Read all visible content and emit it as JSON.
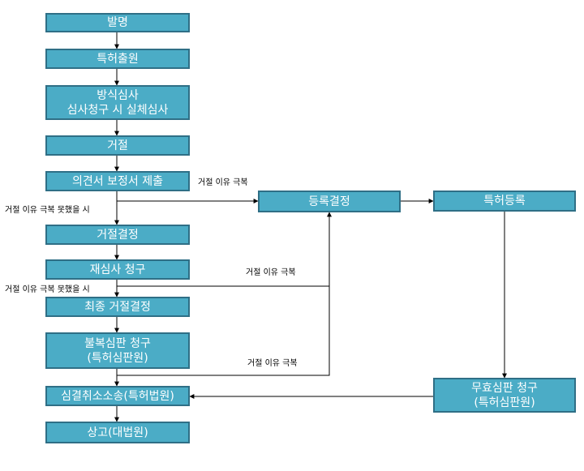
{
  "colors": {
    "box_fill": "#4bacc6",
    "box_border": "#2f6f86",
    "box_text": "#ffffff",
    "arrow": "#000000"
  },
  "nodes": {
    "invention": {
      "lines": [
        "발명"
      ]
    },
    "patent_application": {
      "lines": [
        "특허출원"
      ]
    },
    "formality_exam": {
      "lines": [
        "방식심사",
        "심사청구 시 실체심사"
      ]
    },
    "rejection": {
      "lines": [
        "거절"
      ]
    },
    "opinion_submission": {
      "lines": [
        "의견서 보정서 제출"
      ]
    },
    "rejection_decision": {
      "lines": [
        "거절결정"
      ]
    },
    "reexamination": {
      "lines": [
        "재심사 청구"
      ]
    },
    "final_rejection": {
      "lines": [
        "최종 거절결정"
      ]
    },
    "appeal_trial": {
      "lines": [
        "불복심판 청구",
        "(특허심판원)"
      ]
    },
    "court_action": {
      "lines": [
        "심결취소소송(특허법원)"
      ]
    },
    "supreme_court": {
      "lines": [
        "상고(대법원)"
      ]
    },
    "registration_decision": {
      "lines": [
        "등록결정"
      ]
    },
    "patent_registration": {
      "lines": [
        "특허등록"
      ]
    },
    "invalidation_trial": {
      "lines": [
        "무효심판 청구",
        "(특허심판원)"
      ]
    }
  },
  "edge_labels": {
    "overcome_1": "거절 이유 극복",
    "not_overcome_1": "거절 이유 극복 못했을 시",
    "overcome_2": "거절 이유 극복",
    "not_overcome_2": "거절 이유 극복 못했을 시",
    "overcome_3": "거절 이유 극복"
  }
}
